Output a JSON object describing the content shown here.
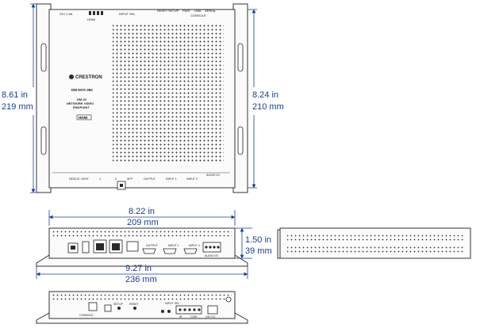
{
  "dimensions": {
    "depth_outer": {
      "in": "8.61 in",
      "mm": "219 mm"
    },
    "depth_inner": {
      "in": "8.24 in",
      "mm": "210 mm"
    },
    "width": {
      "in": "8.22 in",
      "mm": "209 mm"
    },
    "width_flange": {
      "in": "9.27 in",
      "mm": "236 mm"
    },
    "height": {
      "in": "1.50 in",
      "mm": "39 mm"
    }
  },
  "top_view": {
    "brand": "CRESTRON",
    "model": "DM-NVX-360",
    "description_lines": [
      "DM 4C",
      "NETWORK VIDEO",
      "ENDPOINT"
    ],
    "hdmi_logo": "HDMI",
    "top_labels": {
      "power": "24V 1.5A",
      "hdmi_group": "HDMI",
      "input_sel": "INPUT SEL",
      "reset": "RESET",
      "setup": "SETUP",
      "pwr": "PWR",
      "usb": "USB",
      "serial": "SERIAL",
      "console": "CONSOLE"
    },
    "bottom_labels": {
      "device": "DEVICE",
      "host": "HOST",
      "p1": "1",
      "p2": "2",
      "sfp": "SFP",
      "output": "OUTPUT",
      "input1": "INPUT 1",
      "input2": "INPUT 2",
      "audio": "AUDIO I/O"
    }
  },
  "front_view": {
    "labels": {
      "output": "OUTPUT",
      "input1": "INPUT 1",
      "input2": "INPUT 2",
      "audio": "AUDIO I/O"
    }
  },
  "rear_view": {
    "labels": {
      "console": "CONSOLE",
      "reset": "RESET",
      "setup": "SETUP",
      "ir": "IR",
      "com": "COM",
      "input_sel": "INPUT SEL",
      "power": "24V DC"
    }
  },
  "colors": {
    "dimension": "#1a3d8f",
    "outline": "#333333"
  }
}
